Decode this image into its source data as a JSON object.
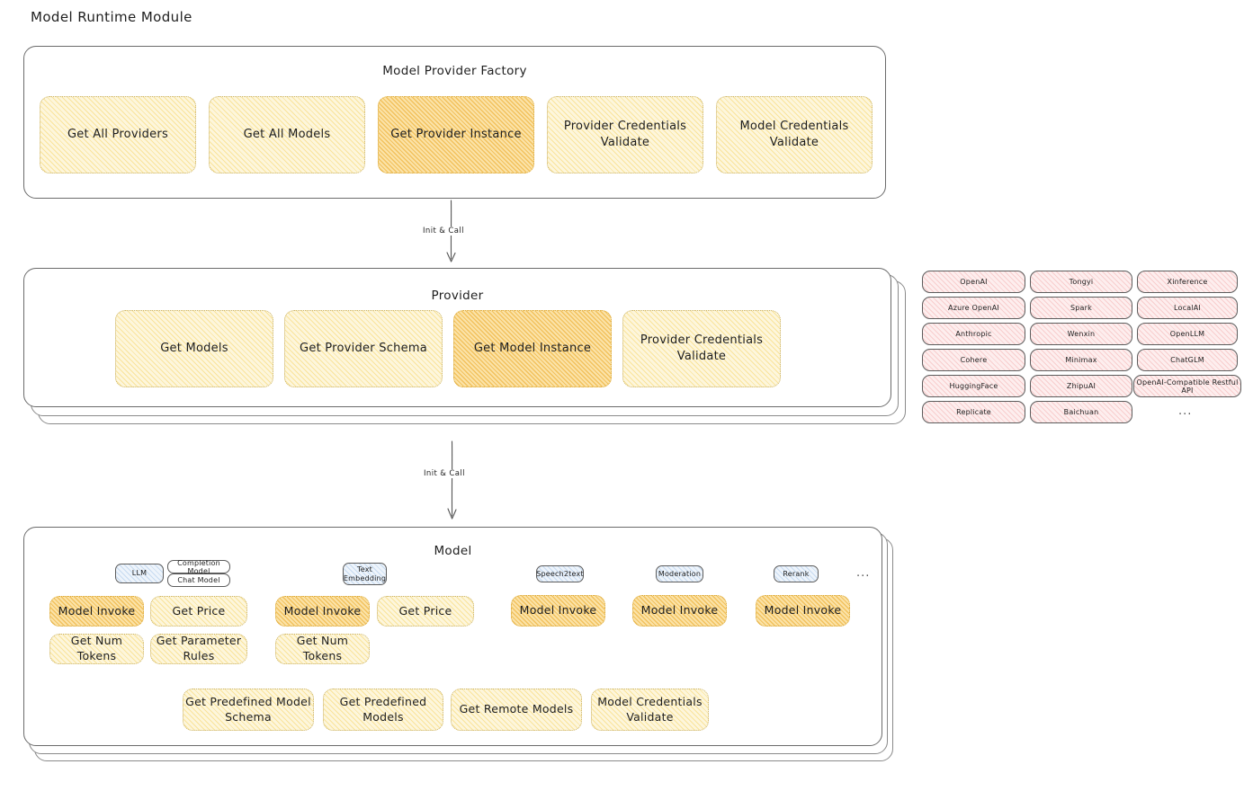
{
  "page": {
    "title": "Model Runtime Module"
  },
  "connectors": [
    {
      "label": "Init & Call"
    },
    {
      "label": "Init & Call"
    }
  ],
  "factory": {
    "title": "Model Provider Factory",
    "boxes": [
      {
        "label": "Get All Providers",
        "highlighted": false
      },
      {
        "label": "Get All Models",
        "highlighted": false
      },
      {
        "label": "Get Provider Instance",
        "highlighted": true
      },
      {
        "label": "Provider Credentials Validate",
        "highlighted": false
      },
      {
        "label": "Model Credentials Validate",
        "highlighted": false
      }
    ]
  },
  "provider": {
    "title": "Provider",
    "boxes": [
      {
        "label": "Get Models",
        "highlighted": false
      },
      {
        "label": "Get Provider Schema",
        "highlighted": false
      },
      {
        "label": "Get Model Instance",
        "highlighted": true
      },
      {
        "label": "Provider Credentials Validate",
        "highlighted": false
      }
    ]
  },
  "provider_list": {
    "columns": [
      {
        "items": [
          "OpenAI",
          "Azure OpenAI",
          "Anthropic",
          "Cohere",
          "HuggingFace",
          "Replicate"
        ]
      },
      {
        "items": [
          "Tongyi",
          "Spark",
          "Wenxin",
          "Minimax",
          "ZhipuAI",
          "Baichuan"
        ]
      },
      {
        "items": [
          "Xinference",
          "LocalAI",
          "OpenLLM",
          "ChatGLM",
          "OpenAI-Compatible Restful API"
        ]
      }
    ],
    "more": "..."
  },
  "model": {
    "title": "Model",
    "more": "...",
    "types": [
      {
        "badge": "LLM",
        "sub_badges": [
          "Completion Model",
          "Chat Model"
        ],
        "methods": [
          {
            "label": "Model Invoke",
            "highlighted": true
          },
          {
            "label": "Get Price",
            "highlighted": false
          },
          {
            "label": "Get Num Tokens",
            "highlighted": false
          },
          {
            "label": "Get Parameter Rules",
            "highlighted": false
          }
        ]
      },
      {
        "badge": "Text Embedding",
        "sub_badges": [],
        "methods": [
          {
            "label": "Model Invoke",
            "highlighted": true
          },
          {
            "label": "Get Price",
            "highlighted": false
          },
          {
            "label": "Get Num Tokens",
            "highlighted": false
          }
        ]
      },
      {
        "badge": "Speech2text",
        "sub_badges": [],
        "methods": [
          {
            "label": "Model Invoke",
            "highlighted": true
          }
        ]
      },
      {
        "badge": "Moderation",
        "sub_badges": [],
        "methods": [
          {
            "label": "Model Invoke",
            "highlighted": true
          }
        ]
      },
      {
        "badge": "Rerank",
        "sub_badges": [],
        "methods": [
          {
            "label": "Model Invoke",
            "highlighted": true
          }
        ]
      }
    ],
    "shared_methods": [
      {
        "label": "Get Predefined Model Schema"
      },
      {
        "label": "Get Predefined Models"
      },
      {
        "label": "Get Remote Models"
      },
      {
        "label": "Model Credentials Validate"
      }
    ]
  },
  "colors": {
    "fill_light": "#fdf6dc",
    "fill_highlight": "#fbe3a8",
    "chip_pink": "#fdeeee",
    "badge_blue": "#eef4fb",
    "stroke": "#1e1e1e"
  }
}
